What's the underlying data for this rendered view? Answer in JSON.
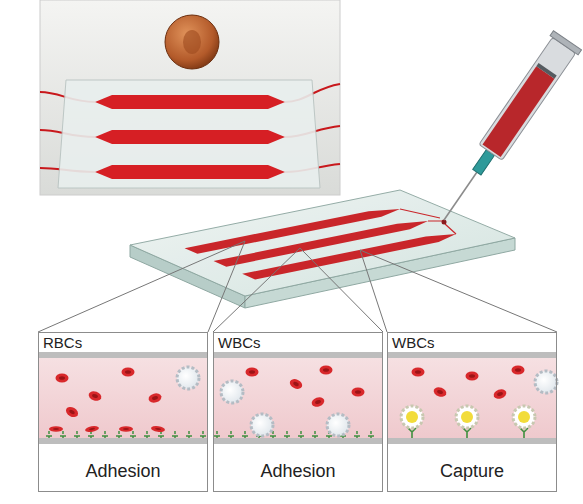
{
  "diagram": {
    "nodes": [
      {
        "text": [
          "RBCs",
          "Adhesion"
        ]
      },
      {
        "text": [
          "WBCs",
          "Adhesion"
        ]
      },
      {
        "text": [
          "WBCs",
          "Capture"
        ]
      }
    ]
  }
}
